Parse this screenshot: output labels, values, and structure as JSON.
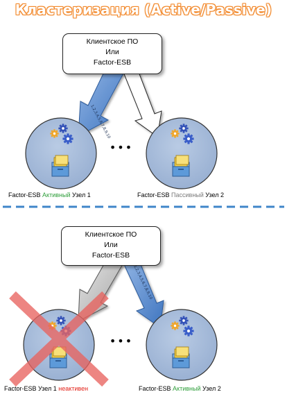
{
  "title": "Кластеризация (Active/Passive)",
  "top": {
    "client_box": {
      "line1": "Клиентское ПО",
      "line2": "Или",
      "line3": "Factor-ESB"
    },
    "arrow_sequence": "1,2,3,4,5,6,7,8,9,10",
    "ellipsis": "•••",
    "node1": {
      "prefix": "Factor-ESB",
      "status": "Активный",
      "suffix": "Узел 1"
    },
    "node2": {
      "prefix": "Factor-ESB",
      "status": "Пассивный",
      "suffix": "Узел 2"
    }
  },
  "bottom": {
    "client_box": {
      "line1": "Клиентское ПО",
      "line2": "Или",
      "line3": "Factor-ESB"
    },
    "arrow_sequence": "1,2,3,4,5,6,7,8,9,10",
    "ellipsis": "•••",
    "node1": {
      "prefix": "Factor-ESB Узел 1",
      "status": "неактивен"
    },
    "node2": {
      "prefix": "Factor-ESB",
      "status": "Активный",
      "suffix": "Узел 2"
    }
  },
  "colors": {
    "title_outline": "#f28a2e",
    "divider": "#3f86c9",
    "node_fill": "#a9bedb",
    "blue_arrow": "#4f86cc",
    "grey_arrow": "#b8b8b8",
    "cross": "#e8635f",
    "active_text": "#2e9e3a",
    "passive_text": "#7a7a7a",
    "inactive_text": "#e3231a"
  },
  "icons": [
    "gears-icon",
    "folder-icon"
  ]
}
